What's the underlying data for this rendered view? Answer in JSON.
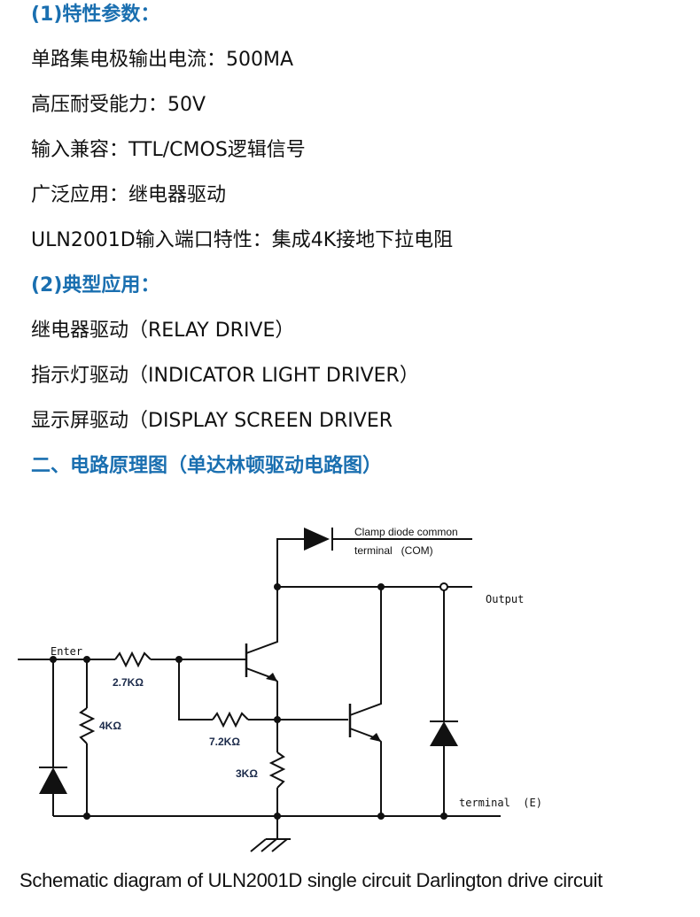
{
  "section1": {
    "heading": "(1)特性参数：",
    "items": [
      "单路集电极输出电流：500MA",
      "高压耐受能力：50V",
      "输入兼容：TTL/CMOS逻辑信号",
      "广泛应用：继电器驱动",
      "ULN2001D输入端口特性：集成4K接地下拉电阻"
    ]
  },
  "section2": {
    "heading": "(2)典型应用：",
    "items": [
      "继电器驱动（RELAY DRIVE）",
      "指示灯驱动（INDICATOR LIGHT DRIVER）",
      "显示屏驱动（DISPLAY SCREEN DRIVER"
    ]
  },
  "section3": {
    "heading": "二、电路原理图（单达林顿驱动电路图）"
  },
  "schematic": {
    "labels": {
      "clamp_line1": "Clamp diode common",
      "clamp_line2": "terminal   (COM)",
      "output": "Output",
      "enter": "Enter",
      "terminal_e": "terminal  (E)"
    },
    "resistors": {
      "r_input": "2.7KΩ",
      "r_pulldown": "4KΩ",
      "r_feedback": "7.2KΩ",
      "r_emitter": "3KΩ"
    },
    "colors": {
      "wire": "#111111",
      "resistor_label": "#1b2a4a"
    }
  },
  "caption": "Schematic diagram of ULN2001D single circuit Darlington drive circuit",
  "colors": {
    "heading": "#1a6fb0",
    "body_text": "#111111"
  }
}
